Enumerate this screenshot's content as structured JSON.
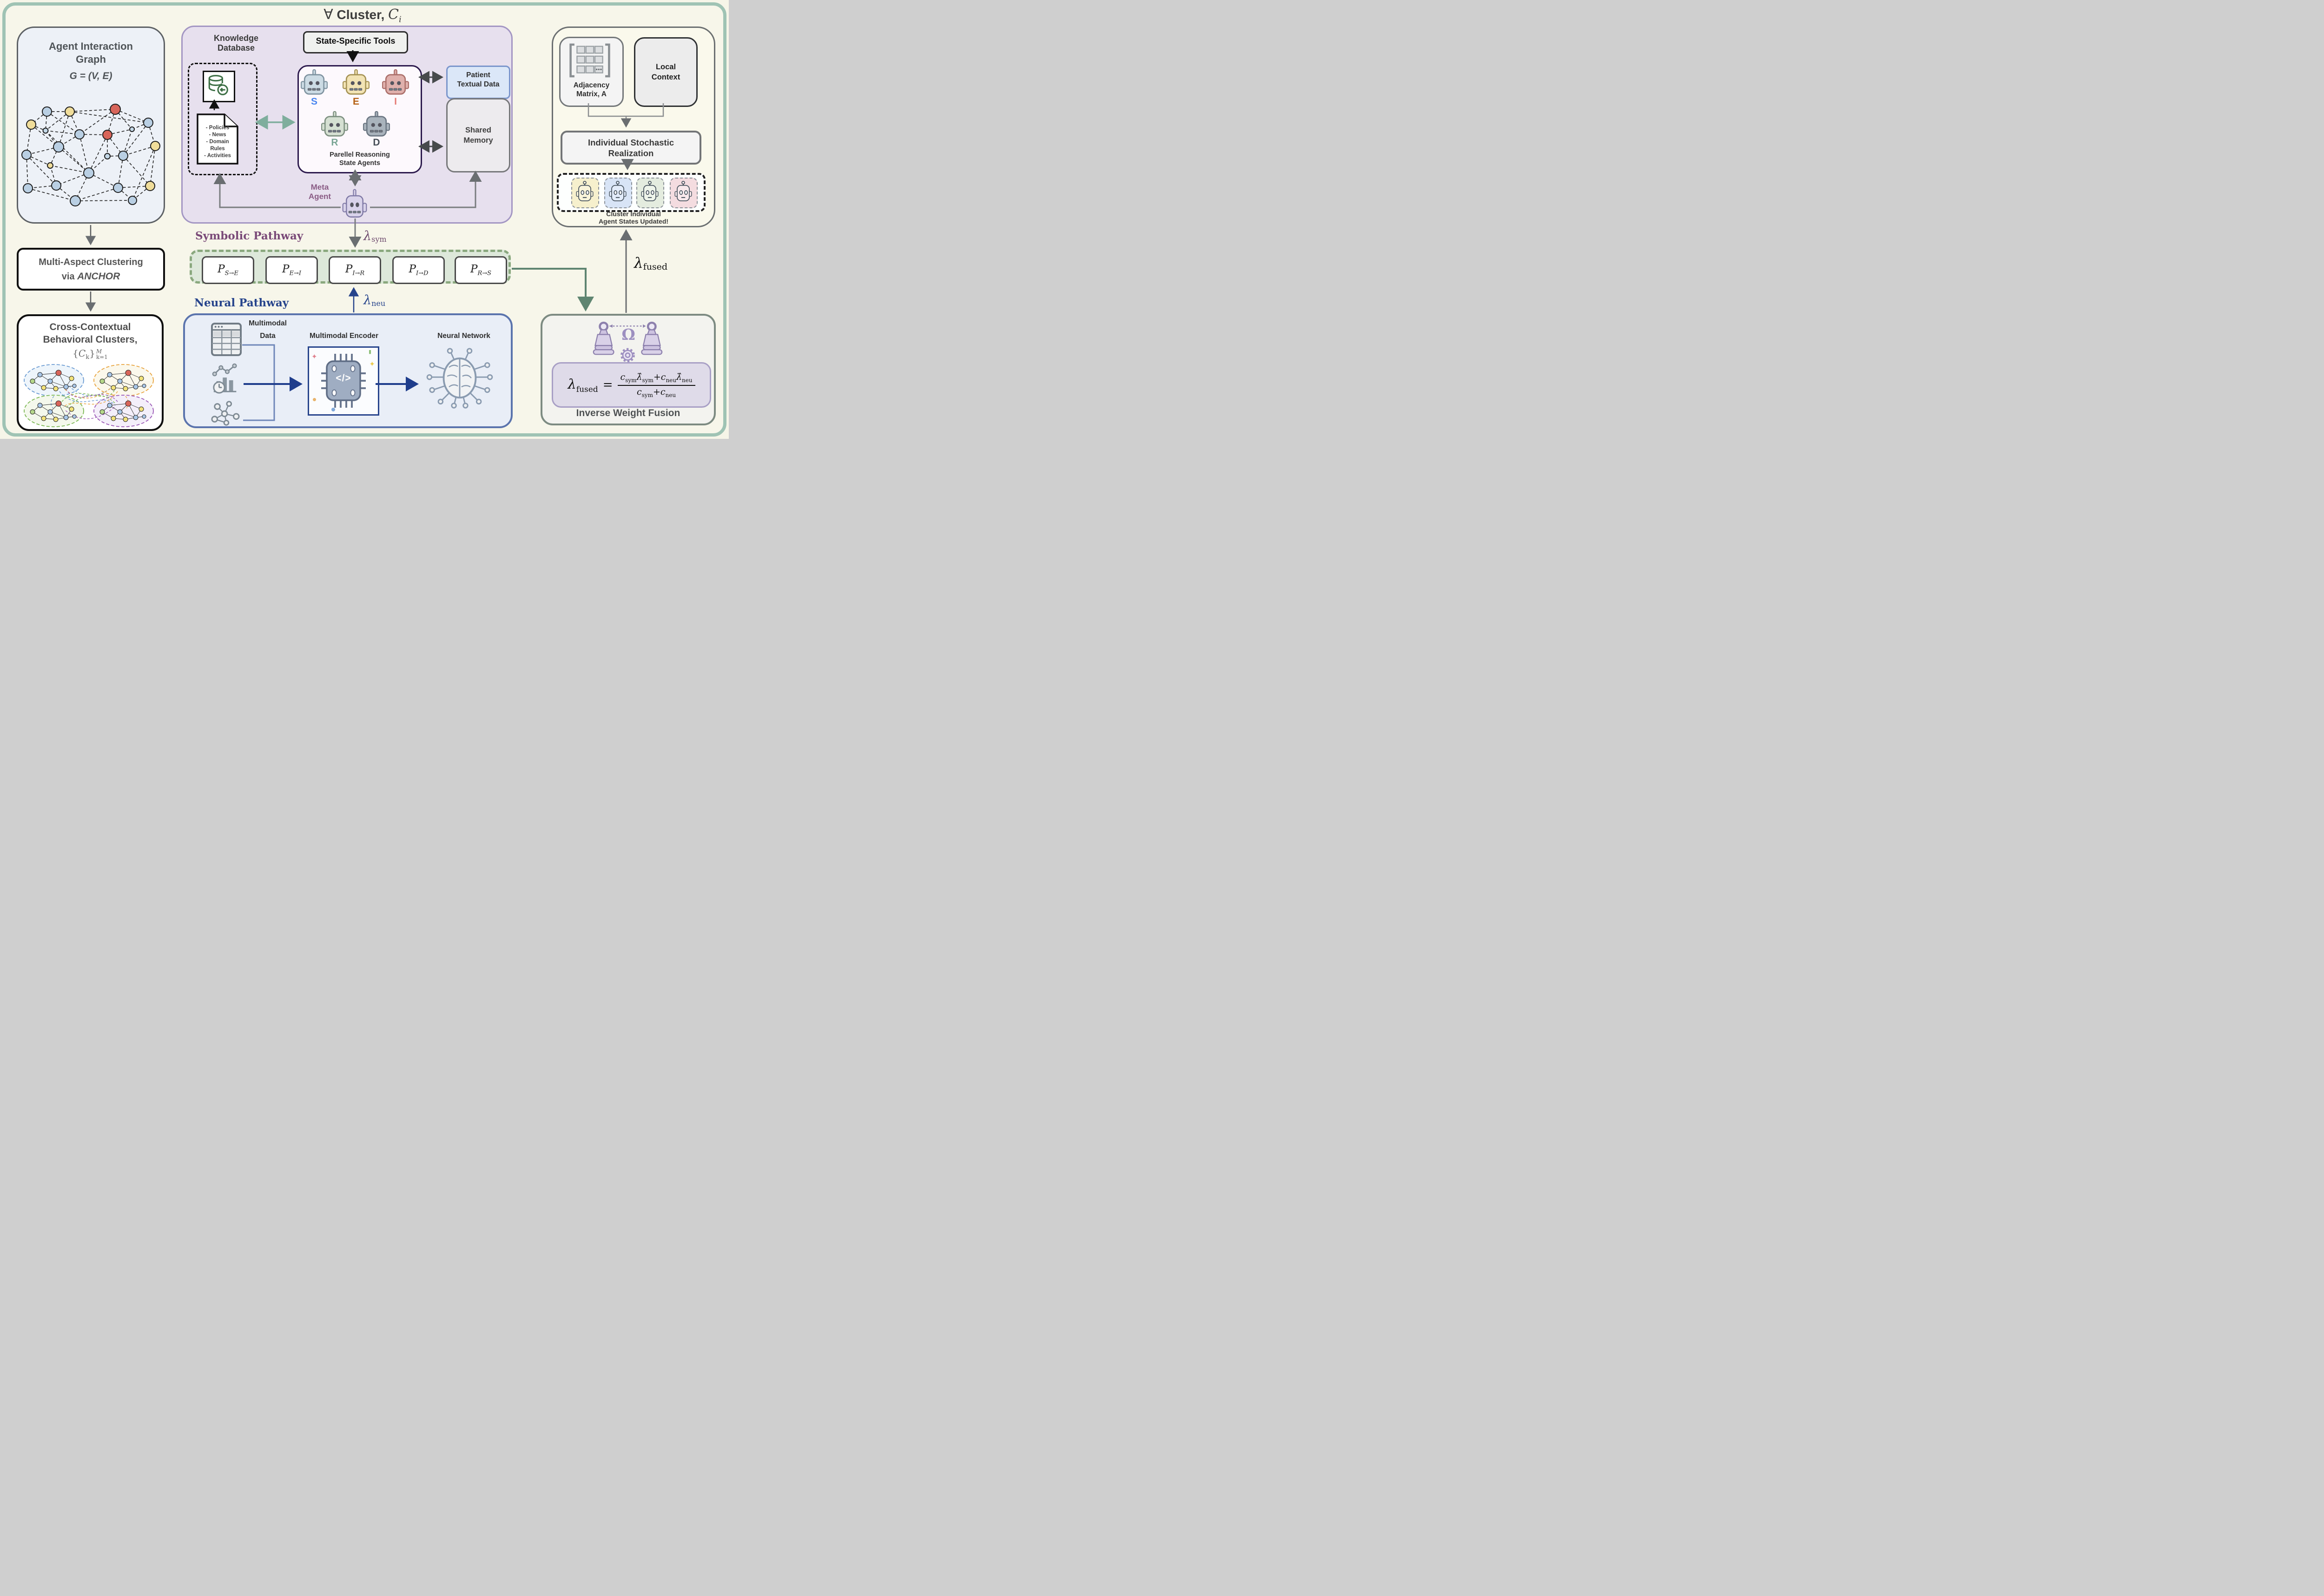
{
  "frame": {
    "title": {
      "forall": "∀",
      "text": "Cluster,",
      "var": "C",
      "sub": "i"
    }
  },
  "left": {
    "graph": {
      "l1": "Agent Interaction",
      "l2": "Graph",
      "formula": "G = (V, E)"
    },
    "anchor": {
      "l1": "Multi-Aspect Clustering",
      "pre": "via ",
      "em": "ANCHOR"
    },
    "cc": {
      "l1": "Cross-Contextual",
      "l2": "Behavioral Clusters,",
      "brace_l": "{",
      "var": "C",
      "var_sub": "k",
      "brace_r": "}",
      "sup": "M",
      "sub": "k=1"
    }
  },
  "cluster_panel": {
    "knowledge": {
      "t1": "Knowledge",
      "t2": "Database",
      "docs": [
        "- Policies",
        "- News",
        "- Domain",
        "Rules",
        "- Activities"
      ]
    },
    "tools_label": "State-Specific Tools",
    "agents": {
      "s": "S",
      "e": "E",
      "i": "I",
      "r": "R",
      "d": "D",
      "cap1": "Parellel Reasoning",
      "cap2": "State Agents"
    },
    "patient": {
      "l1": "Patient",
      "l2": "Textual Data"
    },
    "shared": {
      "l1": "Shared",
      "l2": "Memory"
    },
    "meta": {
      "l1": "Meta",
      "l2": "Agent"
    }
  },
  "symbolic": {
    "title": "Symbolic Pathway",
    "lam": "λ",
    "lam_sub": "sym",
    "p": [
      {
        "b": "P",
        "s": "S→E"
      },
      {
        "b": "P",
        "s": "E→I"
      },
      {
        "b": "P",
        "s": "I→R"
      },
      {
        "b": "P",
        "s": "I→D"
      },
      {
        "b": "P",
        "s": "R→S"
      }
    ]
  },
  "neural": {
    "title": "Neural Pathway",
    "lam": "λ",
    "lam_sub": "neu",
    "d1": "Multimodal",
    "d2": "Data",
    "enc": "Multimodal Encoder",
    "net": "Neural Network",
    "code": "</>"
  },
  "right_panel": {
    "adjacency": {
      "l1": "Adjacency",
      "l2": "Matrix, A"
    },
    "local": {
      "l1": "Local",
      "l2": "Context"
    },
    "isr": {
      "l1": "Individual Stochastic",
      "l2": "Realization"
    },
    "updated": {
      "l1": "Cluster Individual",
      "l2": "Agent States Updated!"
    }
  },
  "fused": {
    "lam": "λ",
    "sub": "fused"
  },
  "fusion": {
    "omega": "Ω",
    "caption": "Inverse Weight Fusion",
    "f": {
      "lhs": "λ",
      "lhs_sub": "fused",
      "eq": "=",
      "n1": "c",
      "n1s": "sym",
      "n2": "λ̂",
      "n2s": "sym",
      "plus": "+",
      "n3": "c",
      "n3s": "neu",
      "n4": "λ̂",
      "n4s": "neu",
      "d1": "c",
      "d1s": "sym",
      "d2": "+",
      "d3": "c",
      "d3s": "neu"
    }
  },
  "colors": {
    "frame_border": "#9fc3b4",
    "background": "#f7f6ea",
    "purple_panel": "#e7e0ee",
    "purple_border": "#a396c3",
    "green_box": "#dde8da",
    "green_border": "#8aa87e",
    "neural_panel": "#e9eef7",
    "neural_border": "#5b74ad",
    "symbolic_text": "#7a4a78",
    "neural_text": "#27448c",
    "agent_s": "#4a86f0",
    "agent_e": "#b55f12",
    "agent_i": "#e57a74",
    "agent_r": "#7aa695",
    "agent_d": "#474f58",
    "teal_arrow": "#7fae9d",
    "green_arrow": "#5f8571",
    "blue_arrow": "#1f3d8c"
  }
}
